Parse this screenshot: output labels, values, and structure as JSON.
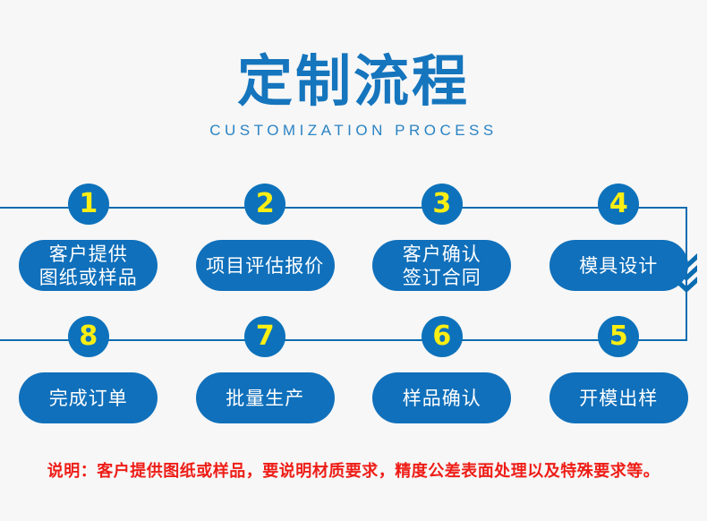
{
  "header": {
    "title": "定制流程",
    "subtitle": "CUSTOMIZATION PROCESS"
  },
  "colors": {
    "background": "#f7f7f7",
    "brand_blue": "#1070bb",
    "title_blue": "#1575bd",
    "subtitle_blue": "#2a83c4",
    "line_blue": "#0a6cb0",
    "badge_number_yellow": "#faee13",
    "note_red": "#ee1d17",
    "pill_text": "#ffffff"
  },
  "flow": {
    "rows": [
      {
        "name": "top-row",
        "steps": [
          {
            "number": "1",
            "lines": [
              "客户提供",
              "图纸或样品"
            ]
          },
          {
            "number": "2",
            "lines": [
              "项目评估报价"
            ]
          },
          {
            "number": "3",
            "lines": [
              "客户确认",
              "签订合同"
            ]
          },
          {
            "number": "4",
            "lines": [
              "模具设计"
            ]
          }
        ]
      },
      {
        "name": "bottom-row",
        "steps": [
          {
            "number": "8",
            "lines": [
              "完成订单"
            ]
          },
          {
            "number": "7",
            "lines": [
              "批量生产"
            ]
          },
          {
            "number": "6",
            "lines": [
              "样品确认"
            ]
          },
          {
            "number": "5",
            "lines": [
              "开模出样"
            ]
          }
        ]
      }
    ],
    "flow_direction_icon": "double-chevron-down-icon"
  },
  "footer": {
    "note": "说明：客户提供图纸或样品，要说明材质要求，精度公差表面处理以及特殊要求等。"
  }
}
